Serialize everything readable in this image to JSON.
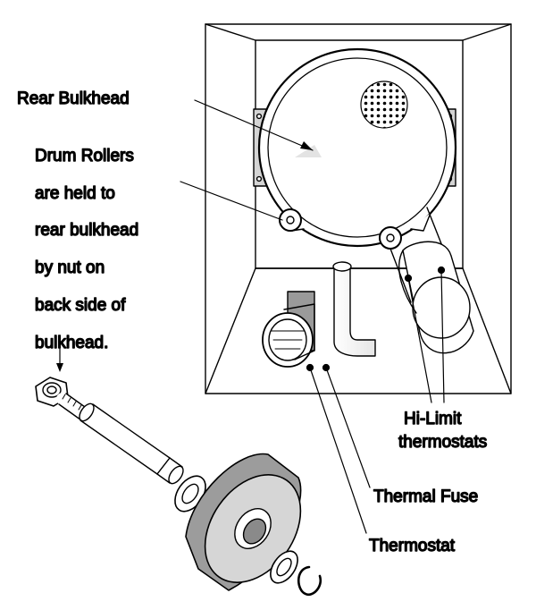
{
  "labels": {
    "rear_bulkhead": "Rear Bulkhead",
    "drum_rollers": [
      "Drum Rollers",
      "are held to",
      "rear bulkhead",
      "by nut on",
      "back side of",
      "bulkhead."
    ],
    "hi_limit": [
      "Hi-Limit",
      "thermostats"
    ],
    "thermal_fuse": "Thermal Fuse",
    "thermostat": "Thermostat"
  }
}
